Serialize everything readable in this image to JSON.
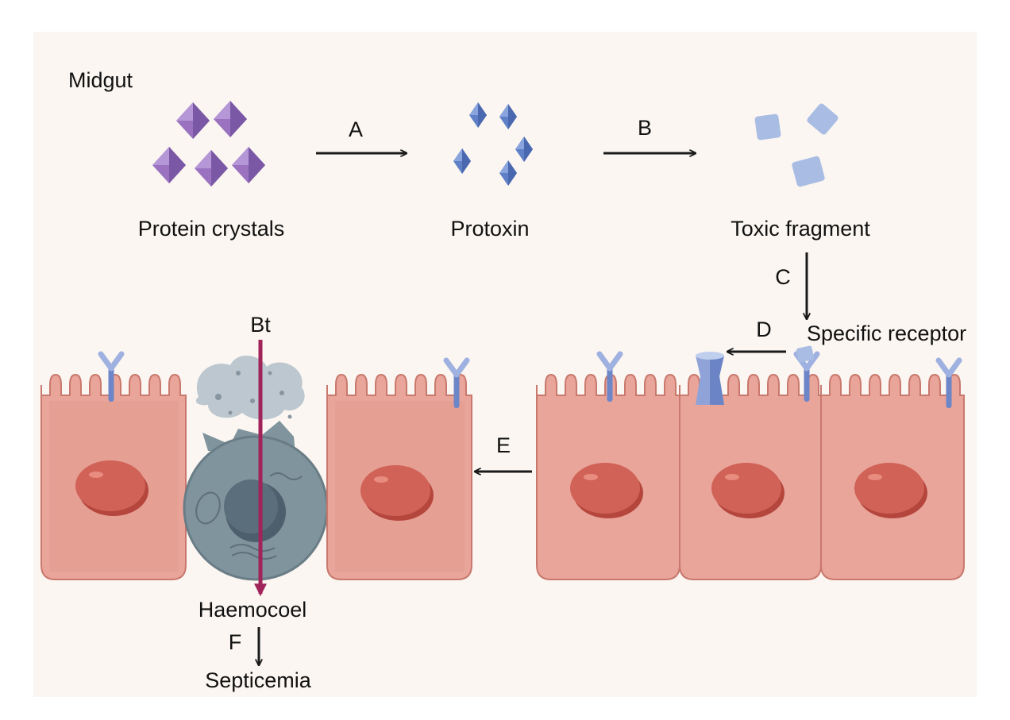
{
  "colors": {
    "panel_background": "#fbf6f1",
    "cell_fill": "#e9a59a",
    "cell_stroke": "#c9786d",
    "nucleus": "#cf6156",
    "crystal_purple": "#9a72c0",
    "protoxin_blue": "#5f7fc7",
    "fragment_blue": "#a9bde4",
    "receptor_blue": "#8fa3d8",
    "infected_cell": "#7f949c",
    "bt_arrow": "#a0245a",
    "arrow": "#1a1a1a"
  },
  "region": {
    "label": "Midgut"
  },
  "stages": {
    "crystals": {
      "label": "Protein crystals",
      "icon": "octahedron-crystal-icon"
    },
    "protoxin": {
      "label": "Protoxin",
      "icon": "small-crystal-icon"
    },
    "fragment": {
      "label": "Toxic fragment",
      "icon": "fragment-icon"
    }
  },
  "steps": {
    "a": "A",
    "b": "B",
    "c": "C",
    "d": "D",
    "e": "E",
    "f": "F"
  },
  "receptor": {
    "label": "Specific receptor",
    "icon": "y-receptor-icon"
  },
  "bacteria": {
    "label": "Bt"
  },
  "outcomes": {
    "haemocoel": "Haemocoel",
    "septicemia": "Septicemia"
  }
}
